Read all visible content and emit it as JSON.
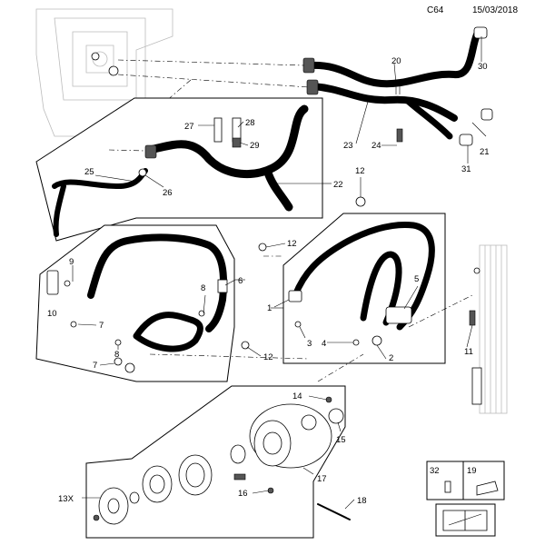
{
  "header": {
    "code": "C64",
    "date": "15/03/2018"
  },
  "callouts": {
    "c1": "1",
    "c2": "2",
    "c3": "3",
    "c4": "4",
    "c5": "5",
    "c6": "6",
    "c7a": "7",
    "c7b": "7",
    "c8a": "8",
    "c8b": "8",
    "c9": "9",
    "c10": "10",
    "c11": "11",
    "c12a": "12",
    "c12b": "12",
    "c12c": "12",
    "c13": "13X",
    "c14": "14",
    "c15": "15",
    "c16": "16",
    "c17": "17",
    "c18": "18",
    "c19": "19",
    "c20": "20",
    "c21": "21",
    "c22": "22",
    "c23": "23",
    "c24": "24",
    "c25": "25",
    "c26": "26",
    "c27": "27",
    "c28": "28",
    "c29": "29",
    "c30": "30",
    "c31": "31",
    "c32": "32"
  },
  "icons": {
    "manual": "repair-manual-icon",
    "tool": "wrench-icon"
  }
}
